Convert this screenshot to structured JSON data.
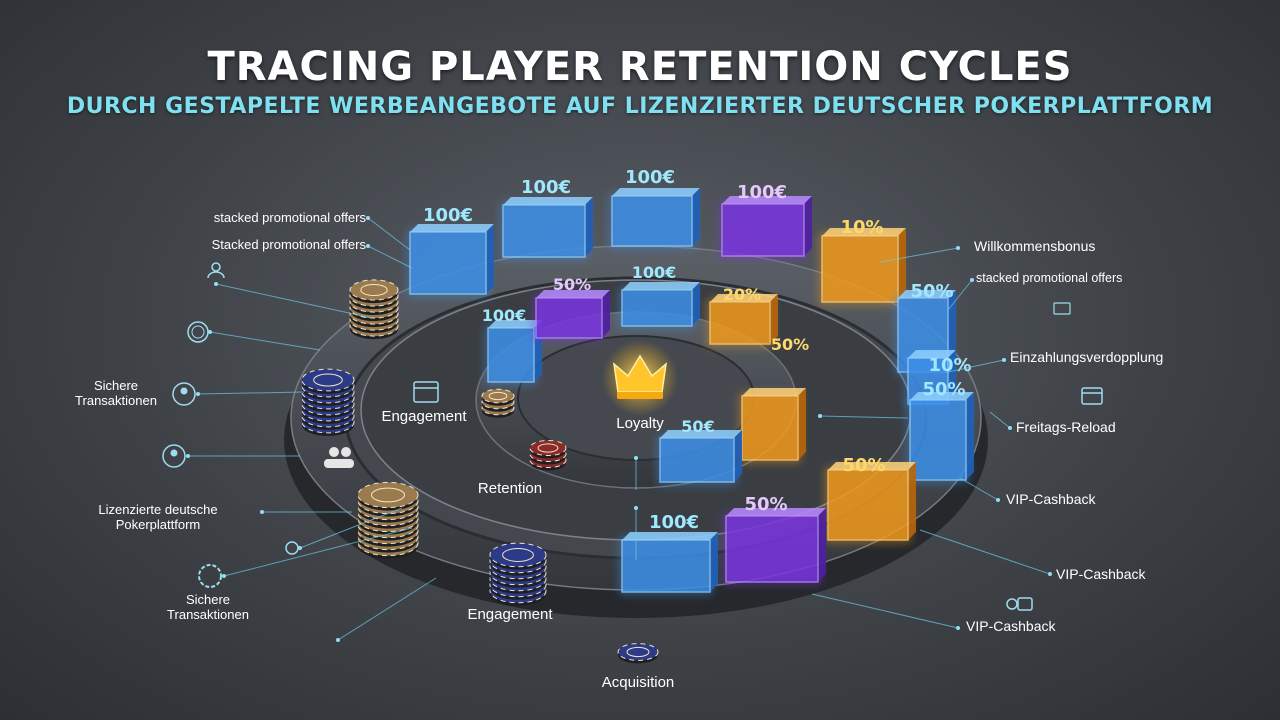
{
  "header": {
    "title": "TRACING PLAYER RETENTION CYCLES",
    "subtitle": "DURCH GESTAPELTE WERBEANGEBOTE AUF LIZENZIERTER DEUTSCHER POKERPLATTFORM"
  },
  "colors": {
    "blue": "#3aa0ff",
    "purple": "#8b3cff",
    "orange": "#ffa620",
    "cyan_text": "#7fe0f2",
    "ring": "#3a3d42"
  },
  "outer_blocks": [
    {
      "value": "100€",
      "color": "blue"
    },
    {
      "value": "100€",
      "color": "blue"
    },
    {
      "value": "100€",
      "color": "blue"
    },
    {
      "value": "100€",
      "color": "purple"
    },
    {
      "value": "10%",
      "color": "orange"
    },
    {
      "value": "50%",
      "color": "blue"
    },
    {
      "value": "10%",
      "color": "blue"
    },
    {
      "value": "50%",
      "color": "blue"
    },
    {
      "value": "50%",
      "color": "orange"
    },
    {
      "value": "50%",
      "color": "purple"
    },
    {
      "value": "100€",
      "color": "blue"
    }
  ],
  "inner_blocks": [
    {
      "value": "100€",
      "color": "blue"
    },
    {
      "value": "50%",
      "color": "purple"
    },
    {
      "value": "100€",
      "color": "blue"
    },
    {
      "value": "20%",
      "color": "orange"
    },
    {
      "value": "50%",
      "color": "orange"
    },
    {
      "value": "50€",
      "color": "blue"
    }
  ],
  "center": {
    "label": "Loyalty",
    "icon": "crown-icon"
  },
  "stages": [
    "Engagement",
    "Retention",
    "Engagement",
    "Acquisition"
  ],
  "left_labels": [
    "stacked promotional offers",
    "Stacked promotional offers",
    "Sichere\nTransaktionen",
    "Lizenzierte deutsche\nPokerplattform",
    "Sichere\nTransaktionen"
  ],
  "right_labels": [
    "Willkommensbonus",
    "stacked promotional offers",
    "Einzahlungsverdopplung",
    "Freitags-Reload",
    "VIP-Cashback",
    "VIP-Cashback",
    "VIP-Cashback"
  ]
}
